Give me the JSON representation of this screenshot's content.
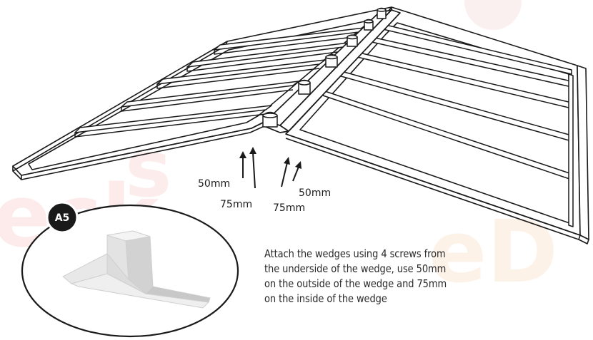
{
  "measurements": {
    "left_short": "50mm",
    "left_long": "75mm",
    "right_long": "75mm",
    "right_short": "50mm"
  },
  "detail": {
    "badge": "A5"
  },
  "instructions": {
    "lines": [
      "Attach the wedges using 4 screws from",
      "the underside of the wedge, use 50mm",
      "on the outside of the wedge and 75mm",
      "on the inside of the wedge"
    ]
  },
  "colors": {
    "line": "#1a1a1a",
    "badge": "#1a1a1a",
    "watermark": "#fbe7e7"
  }
}
